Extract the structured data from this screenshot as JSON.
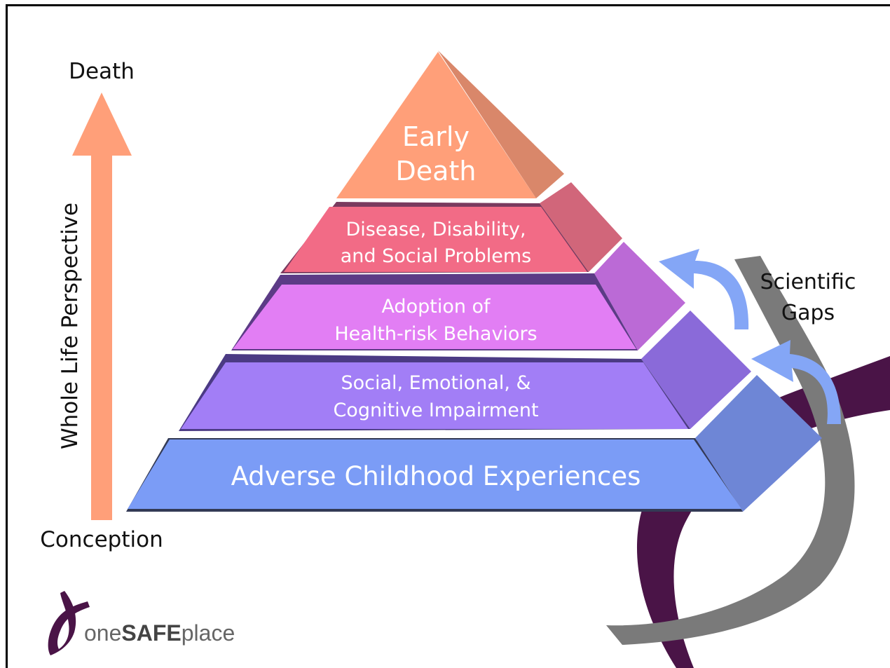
{
  "axis": {
    "top_label": "Death",
    "bottom_label": "Conception",
    "side_label": "Whole Life Perspective"
  },
  "pyramid": {
    "levels": [
      {
        "lines": [
          "Early",
          "Death"
        ],
        "color": "#ff9f79"
      },
      {
        "lines": [
          "Disease, Disability,",
          "and Social Problems"
        ],
        "color": "#f26b86"
      },
      {
        "lines": [
          "Adoption of",
          "Health-risk Behaviors"
        ],
        "color": "#e27ef4"
      },
      {
        "lines": [
          "Social, Emotional, &",
          "Cognitive Impairment"
        ],
        "color": "#a27ef6"
      },
      {
        "lines": [
          "Adverse Childhood Experiences"
        ],
        "color": "#7b9cf6"
      }
    ]
  },
  "gaps": {
    "lines": [
      "Scientific",
      "Gaps"
    ]
  },
  "logo": {
    "prefix": "one",
    "emphasis": "SAFE",
    "suffix": "place"
  },
  "colors": {
    "arrow": "#ff9f79",
    "gap_arrow": "#84a6f6",
    "ribbon_purple": "#4a1447",
    "ribbon_gray": "#7a7a7a"
  }
}
